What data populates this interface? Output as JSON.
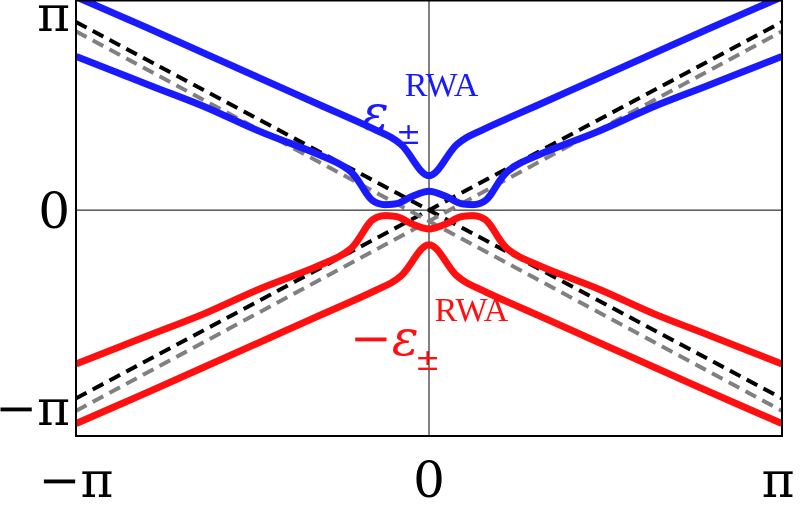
{
  "chart_data": {
    "type": "line",
    "title": "",
    "xlabel": "",
    "ylabel": "",
    "xlim": [
      -3.14159,
      3.14159
    ],
    "ylim": [
      -3.6,
      3.35
    ],
    "grid": false,
    "x_ticks": [
      {
        "value": -3.14159,
        "label": "−π"
      },
      {
        "value": 0,
        "label": "0"
      },
      {
        "value": 3.14159,
        "label": "π"
      }
    ],
    "y_ticks": [
      {
        "value": 3.14159,
        "label": "π"
      },
      {
        "value": 0,
        "label": "0"
      },
      {
        "value": -3.14159,
        "label": "−π"
      }
    ],
    "annotations": [
      {
        "text": "ε",
        "sub": "±",
        "sup": "RWA",
        "color": "#1a1aff"
      },
      {
        "text": "−ε",
        "sub": "±",
        "sup": "RWA",
        "color": "#ff1010"
      }
    ],
    "series": [
      {
        "color": "#1a1aff",
        "style": "solid",
        "x": [
          -3.14,
          -2.5,
          -2.0,
          -1.5,
          -1.0,
          -0.5,
          -0.25,
          0,
          0.25,
          0.5,
          1.0,
          1.5,
          2.0,
          2.5,
          3.14
        ],
        "y": [
          3.4,
          2.9,
          2.5,
          2.1,
          1.7,
          1.3,
          1.05,
          0.55,
          1.05,
          1.3,
          1.7,
          2.1,
          2.5,
          2.9,
          3.4
        ]
      },
      {
        "color": "#1a1aff",
        "style": "solid",
        "x": [
          -3.14,
          -2.5,
          -2.0,
          -1.5,
          -1.0,
          -0.7,
          -0.5,
          -0.3,
          -0.15,
          0,
          0.15,
          0.3,
          0.5,
          0.7,
          1.0,
          1.5,
          2.0,
          2.5,
          3.14
        ],
        "y": [
          2.45,
          2.0,
          1.65,
          1.25,
          0.9,
          0.62,
          0.15,
          0.1,
          0.22,
          0.3,
          0.22,
          0.1,
          0.15,
          0.62,
          0.9,
          1.25,
          1.65,
          2.0,
          2.45
        ]
      },
      {
        "color": "#ff1010",
        "style": "solid",
        "x": [
          -3.14,
          -2.5,
          -2.0,
          -1.5,
          -1.0,
          -0.7,
          -0.5,
          -0.3,
          -0.15,
          0,
          0.15,
          0.3,
          0.5,
          0.7,
          1.0,
          1.5,
          2.0,
          2.5,
          3.14
        ],
        "y": [
          -2.45,
          -2.0,
          -1.65,
          -1.25,
          -0.9,
          -0.62,
          -0.15,
          -0.1,
          -0.22,
          -0.3,
          -0.22,
          -0.1,
          -0.15,
          -0.62,
          -0.9,
          -1.25,
          -1.65,
          -2.0,
          -2.45
        ]
      },
      {
        "color": "#ff1010",
        "style": "solid",
        "x": [
          -3.14,
          -2.5,
          -2.0,
          -1.5,
          -1.0,
          -0.5,
          -0.25,
          0,
          0.25,
          0.5,
          1.0,
          1.5,
          2.0,
          2.5,
          3.14
        ],
        "y": [
          -3.4,
          -2.9,
          -2.5,
          -2.1,
          -1.7,
          -1.3,
          -1.05,
          -0.55,
          -1.05,
          -1.3,
          -1.7,
          -2.1,
          -2.5,
          -2.9,
          -3.4
        ]
      },
      {
        "color": "#000000",
        "style": "dashed",
        "x": [
          -3.14159,
          3.14159
        ],
        "y": [
          3.0,
          -3.0
        ]
      },
      {
        "color": "#000000",
        "style": "dashed",
        "x": [
          -3.14159,
          3.14159
        ],
        "y": [
          -3.0,
          3.0
        ]
      },
      {
        "color": "#808080",
        "style": "dashed",
        "x": [
          -3.14159,
          3.14159
        ],
        "y": [
          2.85,
          -3.2
        ]
      },
      {
        "color": "#808080",
        "style": "dashed",
        "x": [
          -3.14159,
          3.14159
        ],
        "y": [
          -3.2,
          2.85
        ]
      }
    ]
  }
}
